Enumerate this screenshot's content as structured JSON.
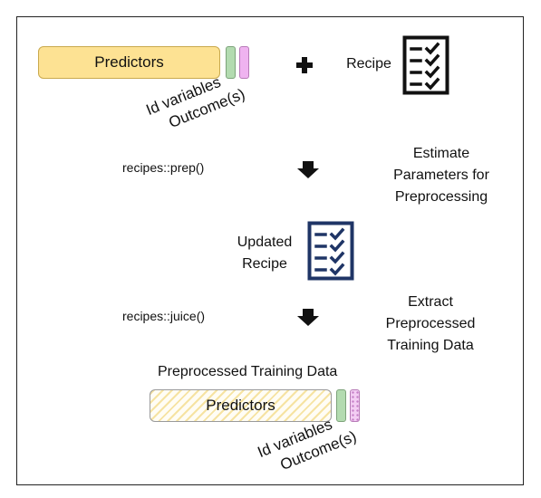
{
  "top": {
    "predictors_label": "Predictors",
    "id_label": "Id variables",
    "outcome_label": "Outcome(s)",
    "recipe_label": "Recipe"
  },
  "step1": {
    "function": "recipes::prep()",
    "description_lines": [
      "Estimate",
      "Parameters for",
      "Preprocessing"
    ]
  },
  "middle": {
    "updated_recipe_lines": [
      "Updated",
      "Recipe"
    ]
  },
  "step2": {
    "function": "recipes::juice()",
    "description_lines": [
      "Extract",
      "Preprocessed",
      "Training Data"
    ]
  },
  "bottom": {
    "title": "Preprocessed Training Data",
    "predictors_label": "Predictors",
    "id_label": "Id variables",
    "outcome_label": "Outcome(s)"
  },
  "colors": {
    "predictors_fill": "#fde293",
    "id_fill": "#b3dbb0",
    "outcome_fill": "#efb3f0",
    "recipe_icon_top": "#111111",
    "recipe_icon_updated": "#1f3566"
  }
}
